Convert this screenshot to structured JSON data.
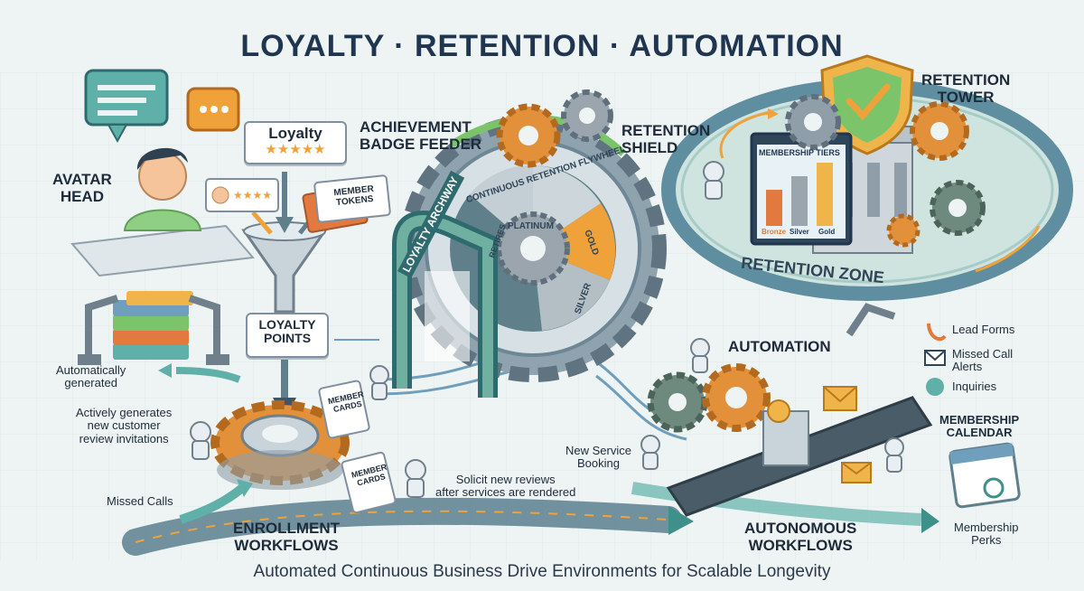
{
  "title": "LOYALTY · RETENTION · AUTOMATION",
  "footer": "Automated Continuous Business Drive Environments for Scalable Longevity",
  "labels": {
    "avatar_head": "AVATAR\nHEAD",
    "achievement_badge_feeder": "ACHIEVEMENT\nBADGE FEEDER",
    "retention_shield": "RETENTION\nSHIELD",
    "retention_tower": "RETENTION\nTOWER",
    "retention_zone": "RETENTION ZONE",
    "automation": "AUTOMATION",
    "enrollment_workflows": "ENROLLMENT\nWORKFLOWS",
    "autonomous_workflows": "AUTONOMOUS\nWORKFLOWS",
    "membership_calendar": "MEMBERSHIP\nCALENDAR",
    "automatically_generated": "Automatically\ngenerated",
    "actively_generates": "Actively generates\nnew customer\nreview invitations",
    "missed_calls": "Missed Calls",
    "solicit_reviews": "Solicit new reviews\nafter services are rendered",
    "new_service_booking": "New Service\nBooking",
    "membership_perks": "Membership\nPerks",
    "lead_forms": "Lead Forms",
    "missed_call_alerts": "Missed Call\nAlerts",
    "inquiries": "Inquiries"
  },
  "signs": {
    "loyalty": "Loyalty",
    "member_tokens": "MEMBER\nTOKENS",
    "loyalty_points": "LOYALTY\nPOINTS",
    "member_cards_1": "MEMBER\nCARDS",
    "member_cards_2": "MEMBER\nCARDS",
    "loyalty_archway": "LOYALTY ARCHWAY",
    "flywheel": "CONTINUOUS RETENTION FLYWHEEL",
    "tiers": [
      "PLATINUM",
      "GOLD",
      "SILVER",
      "RETIRES"
    ],
    "membership_tiers": "MEMBERSHIP TIERS",
    "tier_bars": [
      "Bronze",
      "Silver",
      "Gold"
    ]
  },
  "colors": {
    "accent_orange": "#f0a23a",
    "teal": "#3f8f8a",
    "navy": "#1f3550",
    "gear_gray": "#9aa5ad",
    "green_shield": "#7cc46a"
  },
  "icons": [
    "chat-bubble-icon",
    "shield-check-icon",
    "gear-icon",
    "robot-icon",
    "envelope-icon",
    "phone-icon",
    "calendar-icon",
    "funnel-icon",
    "star-icon",
    "coin-icon"
  ]
}
